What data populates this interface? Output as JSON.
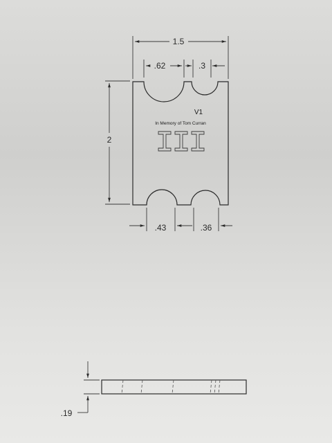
{
  "top_view": {
    "label_version": "V1",
    "label_memorial": "In Memory of Tom Curran",
    "engraving": "III"
  },
  "dimensions": {
    "overall_width": "1.5",
    "top_left_slot": ".62",
    "top_right_slot": ".3",
    "height": "2",
    "bottom_left_slot": ".43",
    "bottom_right_slot": ".36",
    "thickness": ".19"
  },
  "colors": {
    "paper_light": "#e6e6e4",
    "paper_shadow": "#c8c8c6",
    "line": "#2b2b2b"
  }
}
